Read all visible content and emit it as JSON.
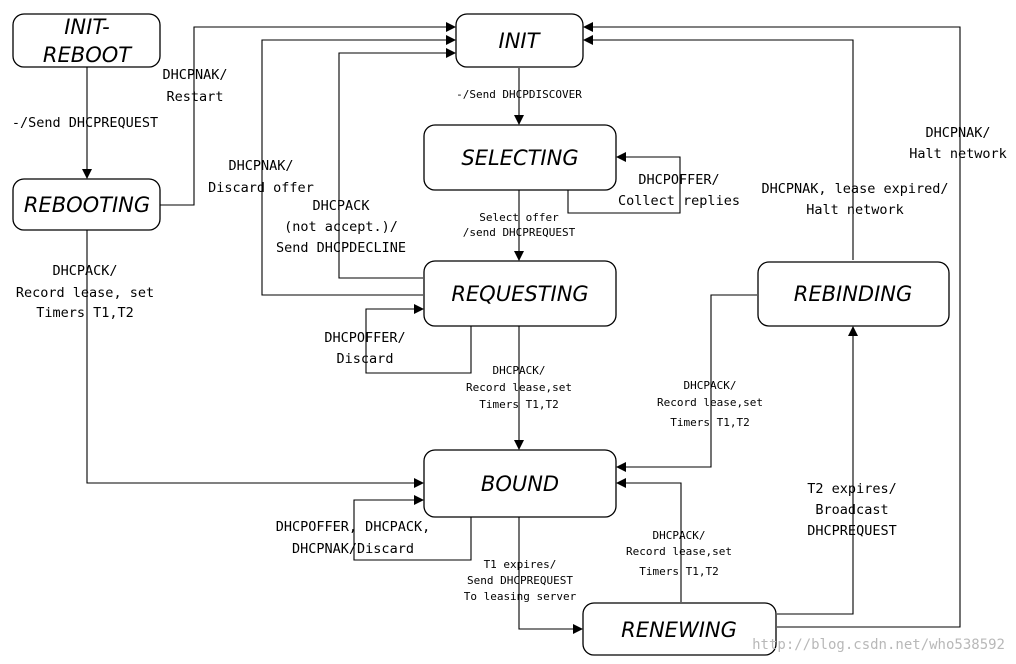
{
  "states": {
    "init_reboot": [
      "INIT-",
      "REBOOT"
    ],
    "rebooting": "REBOOTING",
    "init": "INIT",
    "selecting": "SELECTING",
    "requesting": "REQUESTING",
    "bound": "BOUND",
    "rebinding": "REBINDING",
    "renewing": "RENEWING"
  },
  "transitions": {
    "initreboot_to_rebooting": [
      "-/Send DHCPREQUEST"
    ],
    "rebooting_nak": [
      "DHCPNAK/",
      "Restart"
    ],
    "rebooting_ack": [
      "DHCPACK/",
      "Record lease, set",
      "Timers T1,T2"
    ],
    "init_discover": [
      "-/Send DHCPDISCOVER"
    ],
    "selecting_offer": [
      "DHCPOFFER/",
      "Collect replies"
    ],
    "selecting_to_requesting": [
      "Select offer",
      "/send DHCPREQUEST"
    ],
    "requesting_nak": [
      "DHCPNAK/",
      "Discard offer"
    ],
    "requesting_decline": [
      "DHCPACK",
      "(not accept.)/",
      "Send DHCPDECLINE"
    ],
    "requesting_offer": [
      "DHCPOFFER/",
      "Discard"
    ],
    "requesting_ack": [
      "DHCPACK/",
      "Record lease,set",
      "Timers T1,T2"
    ],
    "bound_discard": [
      "DHCPOFFER, DHCPACK,",
      "DHCPNAK/Discard"
    ],
    "bound_t1": [
      "T1 expires/",
      "Send DHCPREQUEST",
      "To leasing server"
    ],
    "renewing_ack": [
      "DHCPACK/",
      "Record lease,set",
      "Timers T1,T2"
    ],
    "renewing_t2": [
      "T2 expires/",
      "Broadcast",
      "DHCPREQUEST"
    ],
    "rebinding_ack": [
      "DHCPACK/",
      "Record lease,set",
      "Timers T1,T2"
    ],
    "rebinding_nak": [
      "DHCPNAK, lease expired/",
      "Halt network"
    ],
    "renewing_nak": [
      "DHCPNAK/",
      "Halt network"
    ]
  },
  "watermark": "http://blog.csdn.net/who538592"
}
